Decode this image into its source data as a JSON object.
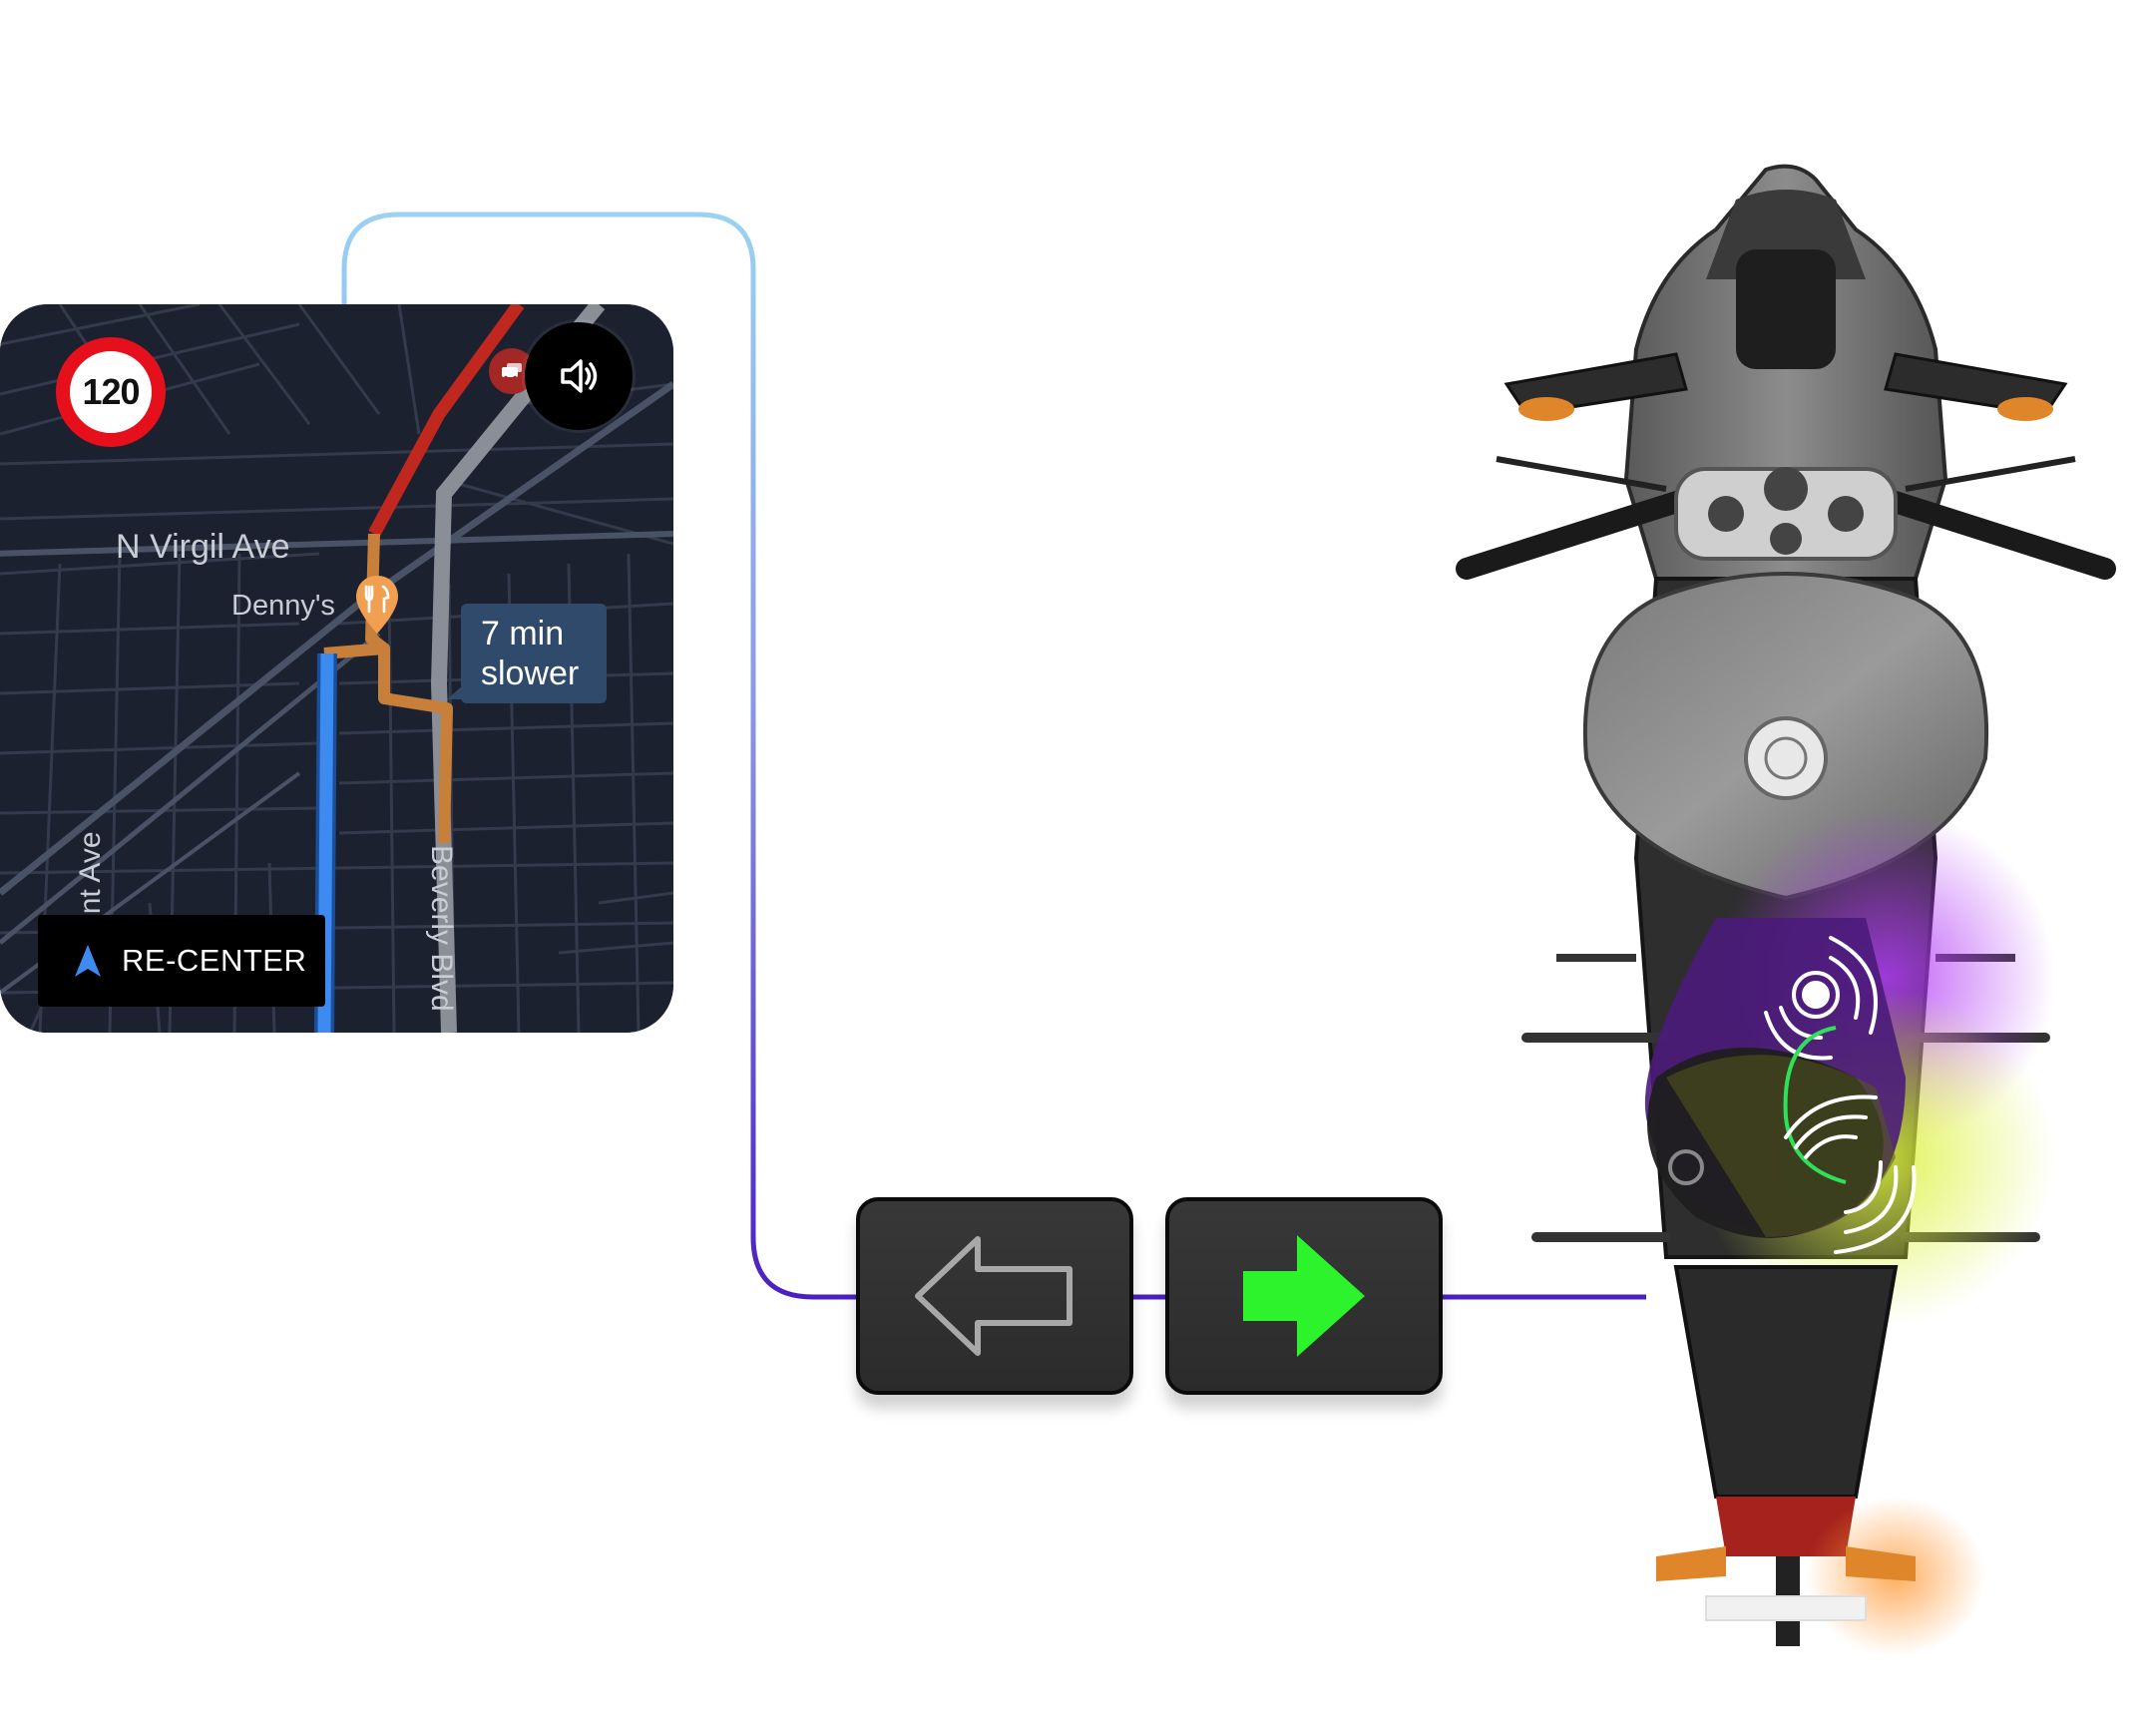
{
  "map": {
    "speed_limit": "120",
    "street_virgil": "N Virgil Ave",
    "poi_name": "Denny's",
    "street_beverly": "Beverly Blvd",
    "street_side": "Vermont Ave",
    "delay_line1": "7 min",
    "delay_line2": "slower",
    "recenter_label": "RE-CENTER",
    "icons": {
      "speed_sign": "speed-limit-sign",
      "sound": "volume-icon",
      "incident": "traffic-incident-icon",
      "poi": "restaurant-pin-icon",
      "recenter": "navigation-arrow-icon"
    },
    "colors": {
      "background": "#1c2130",
      "route_active": "#3d8bf0",
      "route_alt": "#8a8e96",
      "congestion": "#c0271f",
      "slow": "#c77f3a"
    }
  },
  "turn_signals": {
    "left": {
      "state": "off",
      "icon": "left-arrow-outline-icon",
      "color": "#a8a8a8"
    },
    "right": {
      "state": "on",
      "icon": "right-arrow-filled-icon",
      "color": "#2cf32c"
    }
  },
  "bike": {
    "left_haptic_color": "#a22cf0",
    "right_haptic_color": "#d6f03a",
    "tail_glow_color": "#ff9a3a"
  }
}
